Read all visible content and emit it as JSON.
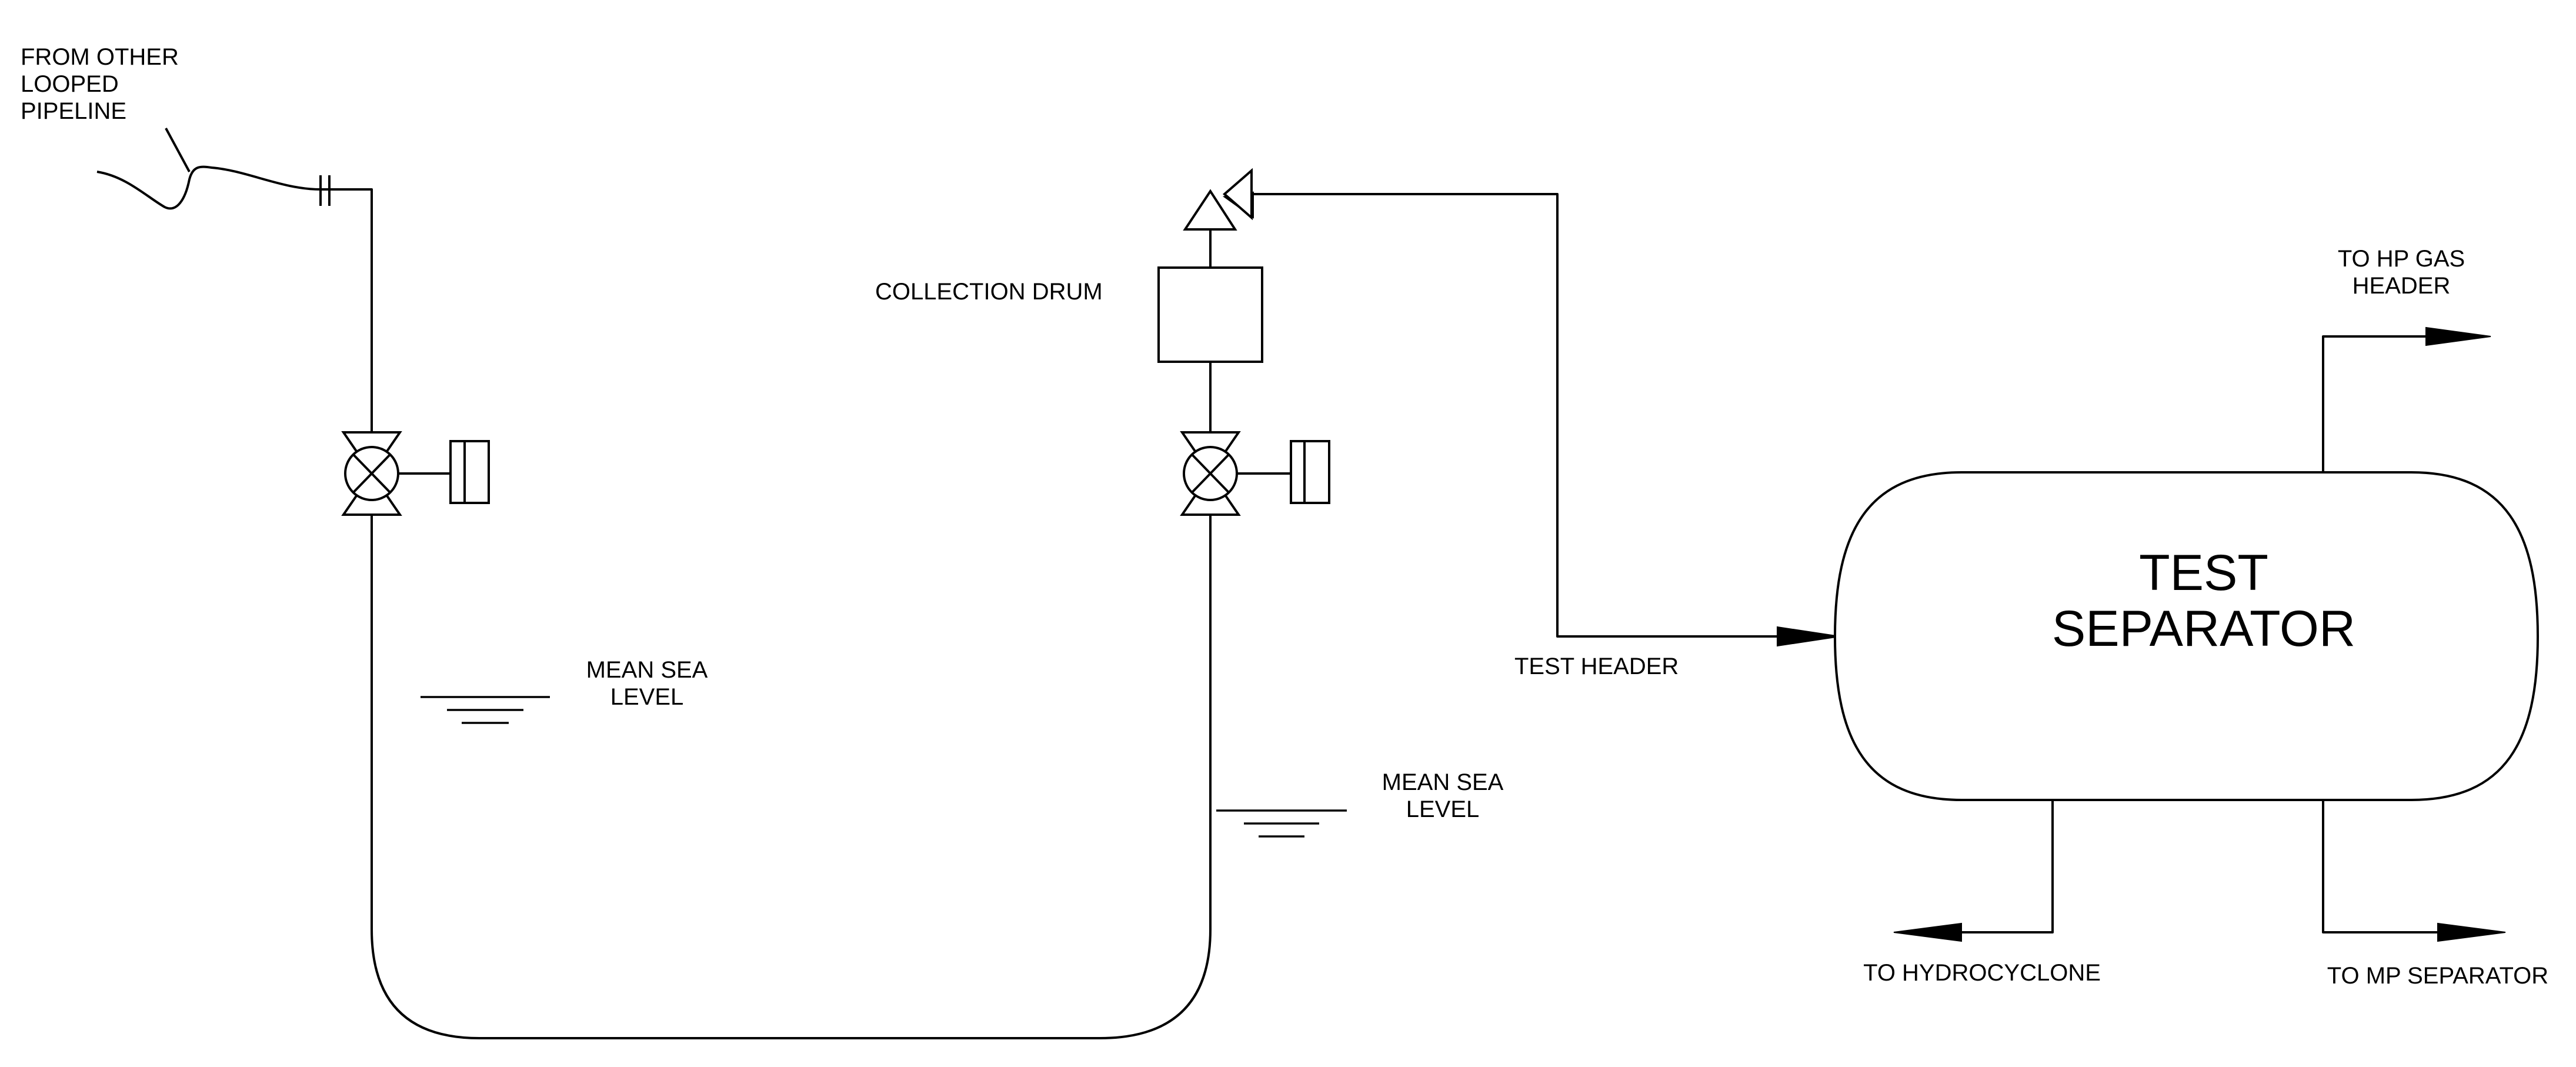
{
  "labels": {
    "from_other_l1": "FROM OTHER",
    "from_other_l2": "LOOPED",
    "from_other_l3": "PIPELINE",
    "collection_drum": "COLLECTION DRUM",
    "msl_left_l1": "MEAN SEA",
    "msl_left_l2": "LEVEL",
    "msl_right_l1": "MEAN SEA",
    "msl_right_l2": "LEVEL",
    "test_header": "TEST HEADER",
    "separator_l1": "TEST",
    "separator_l2": "SEPARATOR",
    "hp_gas_l1": "TO HP GAS",
    "hp_gas_l2": "HEADER",
    "hydrocyclone": "TO HYDROCYCLONE",
    "mp_separator": "TO MP SEPARATOR"
  }
}
